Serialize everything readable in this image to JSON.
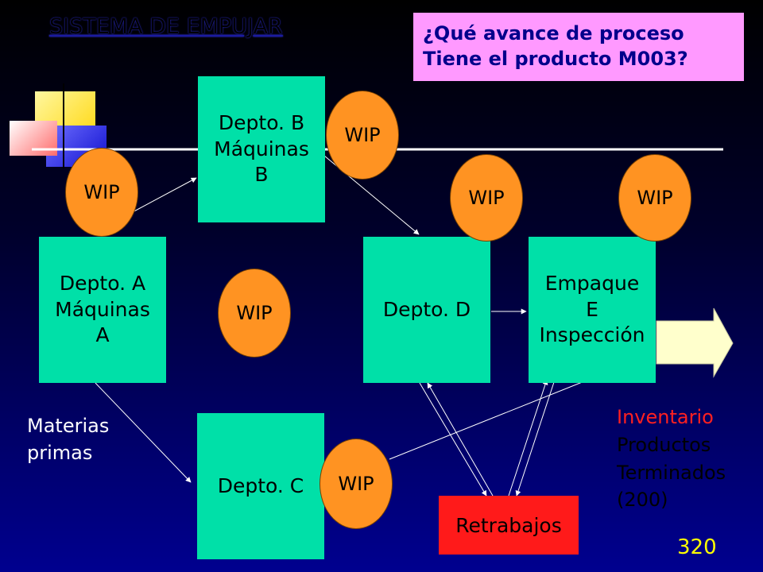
{
  "title": "SISTEMA DE EMPUJAR",
  "question": {
    "line1": "¿Qué avance de proceso",
    "line2": "Tiene el producto M003?"
  },
  "departments": {
    "a": {
      "line1": "Depto. A",
      "line2": "Máquinas",
      "line3": "A"
    },
    "b": {
      "line1": "Depto. B",
      "line2": "Máquinas",
      "line3": "B"
    },
    "c": {
      "line1": "Depto. C"
    },
    "d": {
      "line1": "Depto. D"
    },
    "e": {
      "line1": "Empaque",
      "line2": "E",
      "line3": "Inspección"
    }
  },
  "wip_label": "WIP",
  "wip_nodes": [
    "WIP",
    "WIP",
    "WIP",
    "WIP",
    "WIP",
    "WIP"
  ],
  "raw_materials": {
    "line1": "Materias",
    "line2": "primas"
  },
  "rework": "Retrabajos",
  "finished_inventory": {
    "line1": "Inventario",
    "line2": "Productos",
    "line3": "Terminados",
    "line4": "(200)"
  },
  "page_number": "320",
  "colors": {
    "department": "#00e0a8",
    "wip": "#ff9322",
    "rework": "#ff1a1a",
    "question_bg": "#ff99ff",
    "question_text": "#00008b",
    "page_number": "#ffff00",
    "output_arrow": "#ffffcc"
  }
}
